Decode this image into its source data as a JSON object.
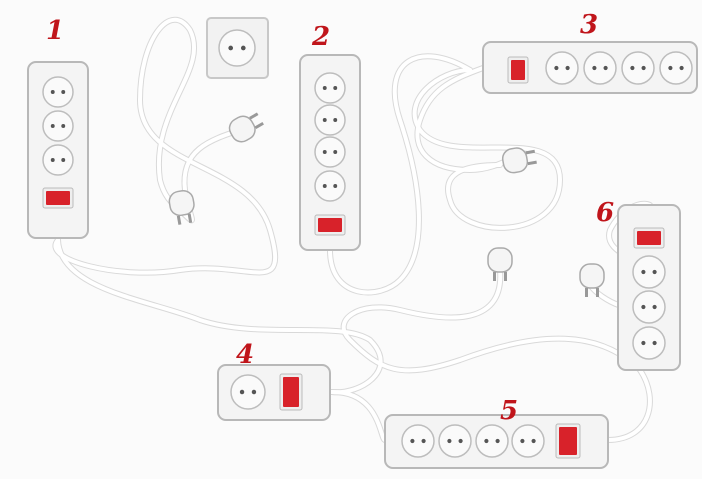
{
  "labels": {
    "strip1": "1",
    "strip2": "2",
    "strip3": "3",
    "strip4": "4",
    "strip5": "5",
    "strip6": "6"
  },
  "colors": {
    "label": "#c0151b",
    "switch": "#d8222a",
    "cord": "#ffffff",
    "strip": "#f4f4f4"
  }
}
